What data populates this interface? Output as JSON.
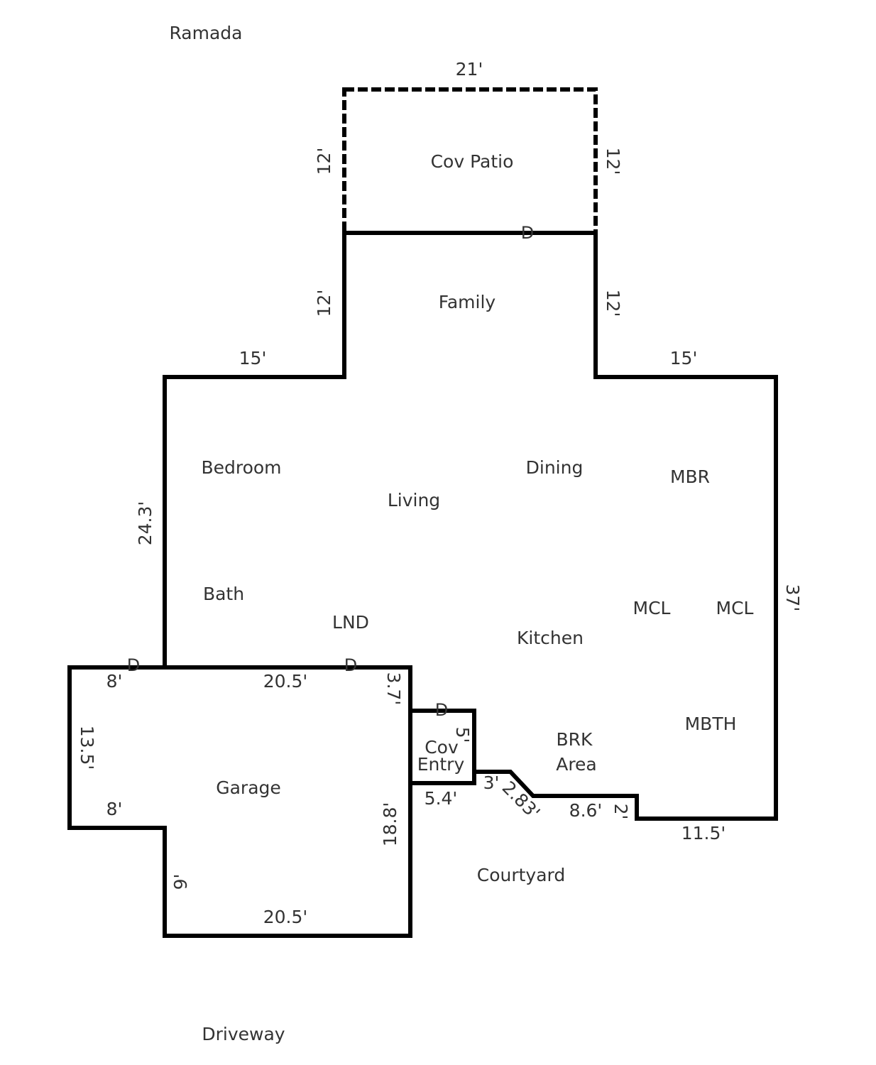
{
  "colors": {
    "wall": "#000000",
    "text": "#333333",
    "background": "#ffffff"
  },
  "areas": {
    "ramada": "Ramada",
    "cov_patio": "Cov Patio",
    "family": "Family",
    "bedroom": "Bedroom",
    "living": "Living",
    "dining": "Dining",
    "mbr": "MBR",
    "bath": "Bath",
    "lnd": "LND",
    "kitchen": "Kitchen",
    "mcl_1": "MCL",
    "mcl_2": "MCL",
    "mbth": "MBTH",
    "cov_entry_line1": "Cov",
    "cov_entry_line2": "Entry",
    "brk_line1": "BRK",
    "brk_line2": "Area",
    "garage": "Garage",
    "courtyard": "Courtyard",
    "driveway": "Driveway"
  },
  "dimensions": {
    "patio_top": "21'",
    "patio_left": "12'",
    "patio_right": "12'",
    "family_left": "12'",
    "family_right": "12'",
    "upper_left_ledge": "15'",
    "upper_right_ledge": "15'",
    "left_wall": "24.3'",
    "right_wall": "37'",
    "garage_top_left": "8'",
    "garage_top": "20.5'",
    "garage_right_upper": "3.7'",
    "garage_left": "13.5'",
    "garage_step": "8'",
    "garage_step_vertical": "9'",
    "garage_right": "18.8'",
    "garage_bottom": "20.5'",
    "entry_side": "5'",
    "entry_bottom": "5.4'",
    "step_3": "3'",
    "diagonal": "2.83'",
    "brk_bottom": "8.6'",
    "small_step": "2'",
    "mbth_bottom": "11.5'"
  },
  "doors": {
    "patio_door": "D",
    "garage_side_door": "D",
    "garage_house_door": "D",
    "entry_door": "D"
  }
}
